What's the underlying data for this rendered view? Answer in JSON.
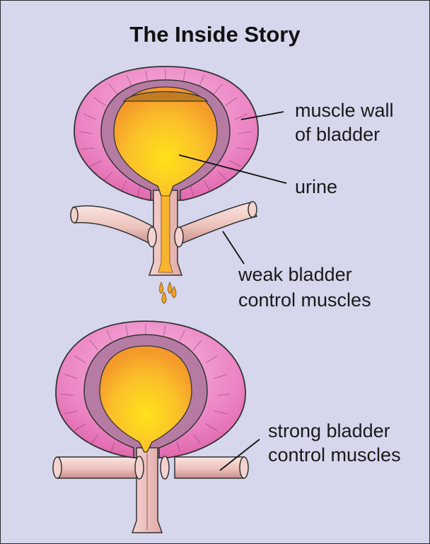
{
  "title": "The Inside Story",
  "labels": {
    "muscle_wall": [
      "muscle wall",
      "of bladder"
    ],
    "urine": "urine",
    "weak_muscles": [
      "weak bladder",
      "control muscles"
    ],
    "strong_muscles": [
      "strong bladder",
      "control muscles"
    ]
  },
  "colors": {
    "background": "#d6d6ec",
    "muscle_pink": "#ea7fbe",
    "inner_wall": "#b67ba3",
    "urine": "#f9c227",
    "tube": "#f1cdc8"
  }
}
